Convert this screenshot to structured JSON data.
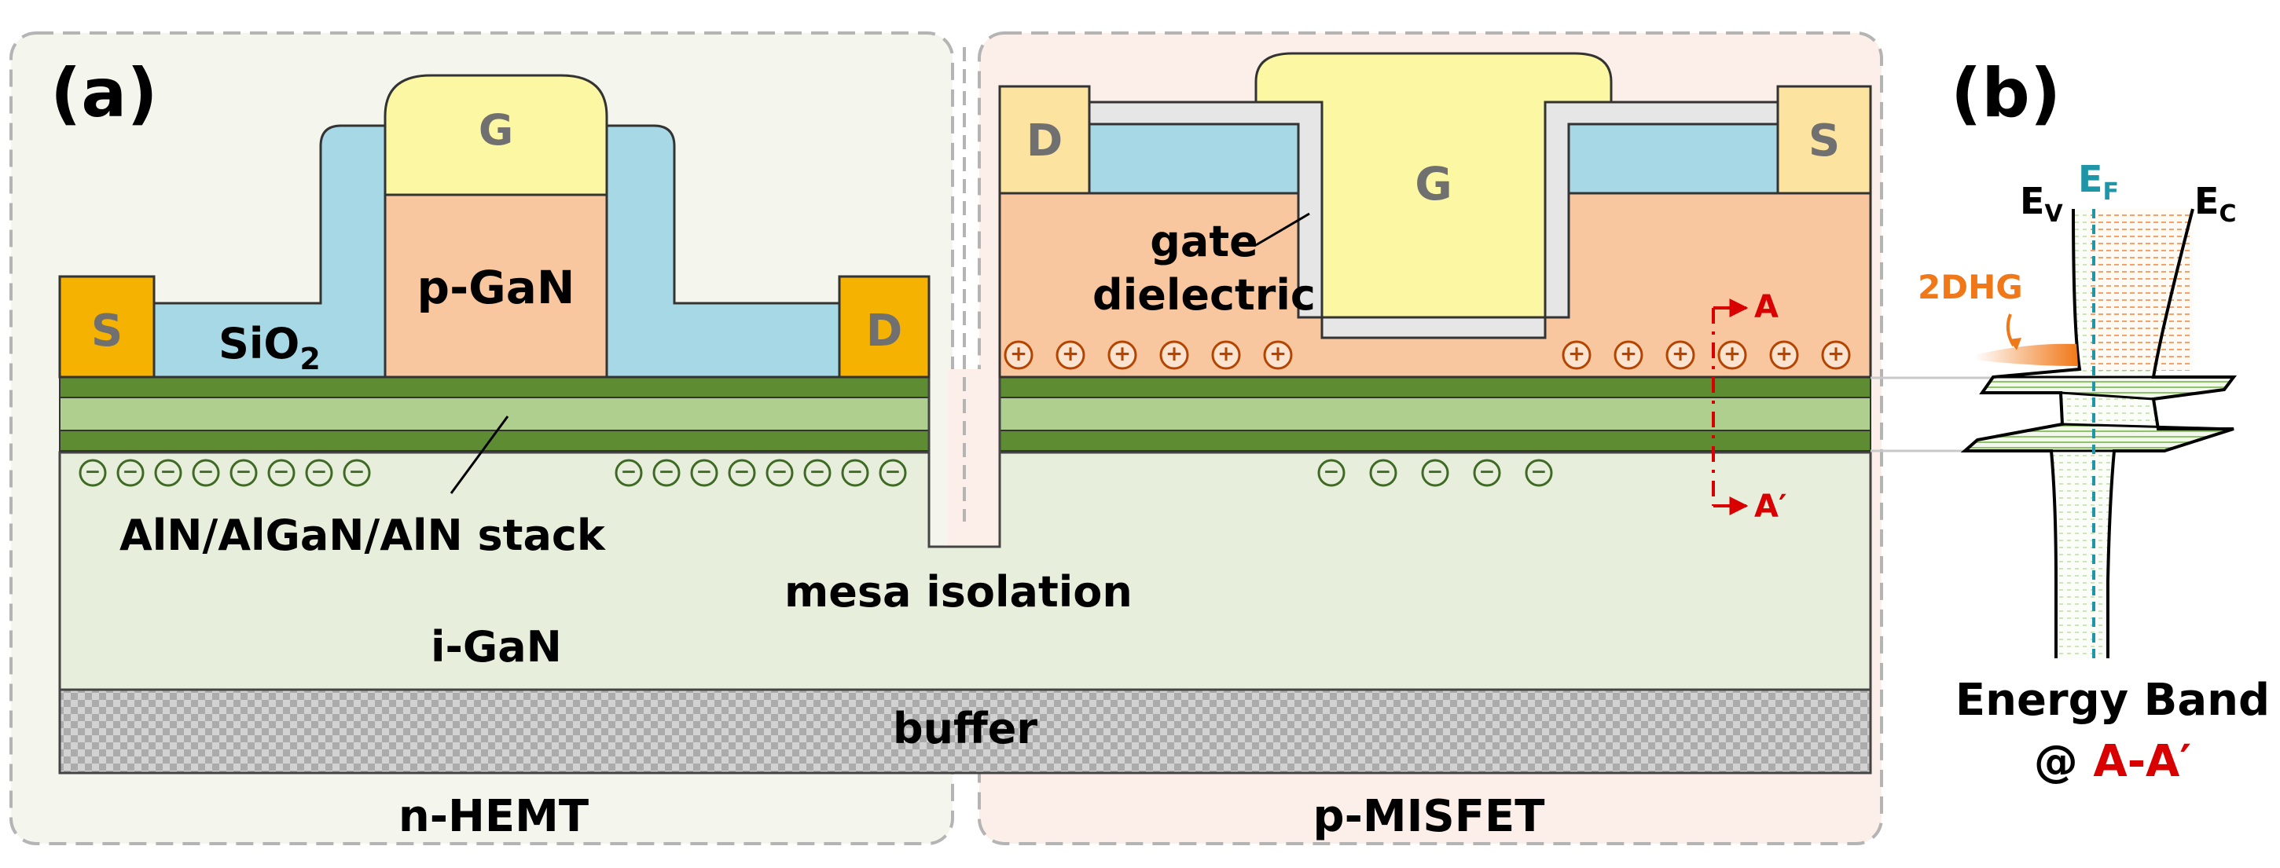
{
  "panel_a": {
    "tag": "(a)",
    "left_device": "n-HEMT",
    "right_device": "p-MISFET",
    "layers": {
      "buffer": "buffer",
      "channel": "i-GaN",
      "stack": "AlN/AlGaN/AlN stack",
      "p_gan": "p-GaN",
      "oxide_base": "SiO",
      "oxide_sub": "2",
      "isolation": "mesa isolation",
      "gate_dielectric_line1": "gate",
      "gate_dielectric_line2": "dielectric"
    },
    "hemt_terminals": {
      "source": "S",
      "drain": "D",
      "gate": "G"
    },
    "misfet_terminals": {
      "drain": "D",
      "source": "S",
      "gate": "G"
    },
    "cut_markers": {
      "top": "A",
      "bottom": "A′"
    },
    "hole_symbol": "+",
    "electron_symbol": "−"
  },
  "panel_b": {
    "tag": "(b)",
    "ev_base": "E",
    "ev_sub": "V",
    "ef_base": "E",
    "ef_sub": "F",
    "ec_base": "E",
    "ec_sub": "C",
    "carrier_label": "2DHG",
    "caption_line1": "Energy Band",
    "caption_at": "@ ",
    "caption_cut": "A-A′"
  },
  "colors": {
    "hemt_bg": "#f4f6ee",
    "misfet_bg": "#fcefea",
    "frame_dash": "#b4b4b4",
    "igan": "#e7efdc",
    "stack_dark": "#5e8c32",
    "stack_light": "#aecf8e",
    "sio2": "#a6d8e6",
    "pgan": "#f8c7a0",
    "gate_metal": "#fbf7a2",
    "contact_hemt": "#f5b200",
    "contact_misfet": "#fce3a0",
    "dielectric": "#e6e6e6",
    "hole": "#b54400",
    "electron": "#3f6a25",
    "cut_line": "#d80000",
    "fermi": "#1e96a8",
    "twodhg": "#f07818"
  }
}
